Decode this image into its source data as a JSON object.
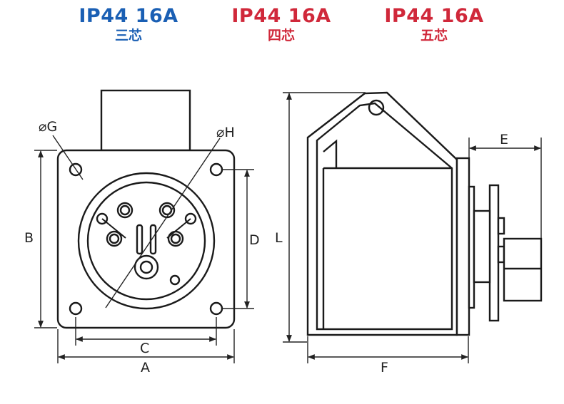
{
  "headers": [
    {
      "rating": "IP44  16A",
      "cores": "三芯",
      "color": "#1a5fb4"
    },
    {
      "rating": "IP44  16A",
      "cores": "四芯",
      "color": "#d0283a"
    },
    {
      "rating": "IP44  16A",
      "cores": "五芯",
      "color": "#d0283a"
    }
  ],
  "labels": {
    "g": "⌀G",
    "h": "⌀H",
    "a": "A",
    "b": "B",
    "c": "C",
    "d": "D",
    "e": "E",
    "f": "F",
    "l": "L"
  }
}
